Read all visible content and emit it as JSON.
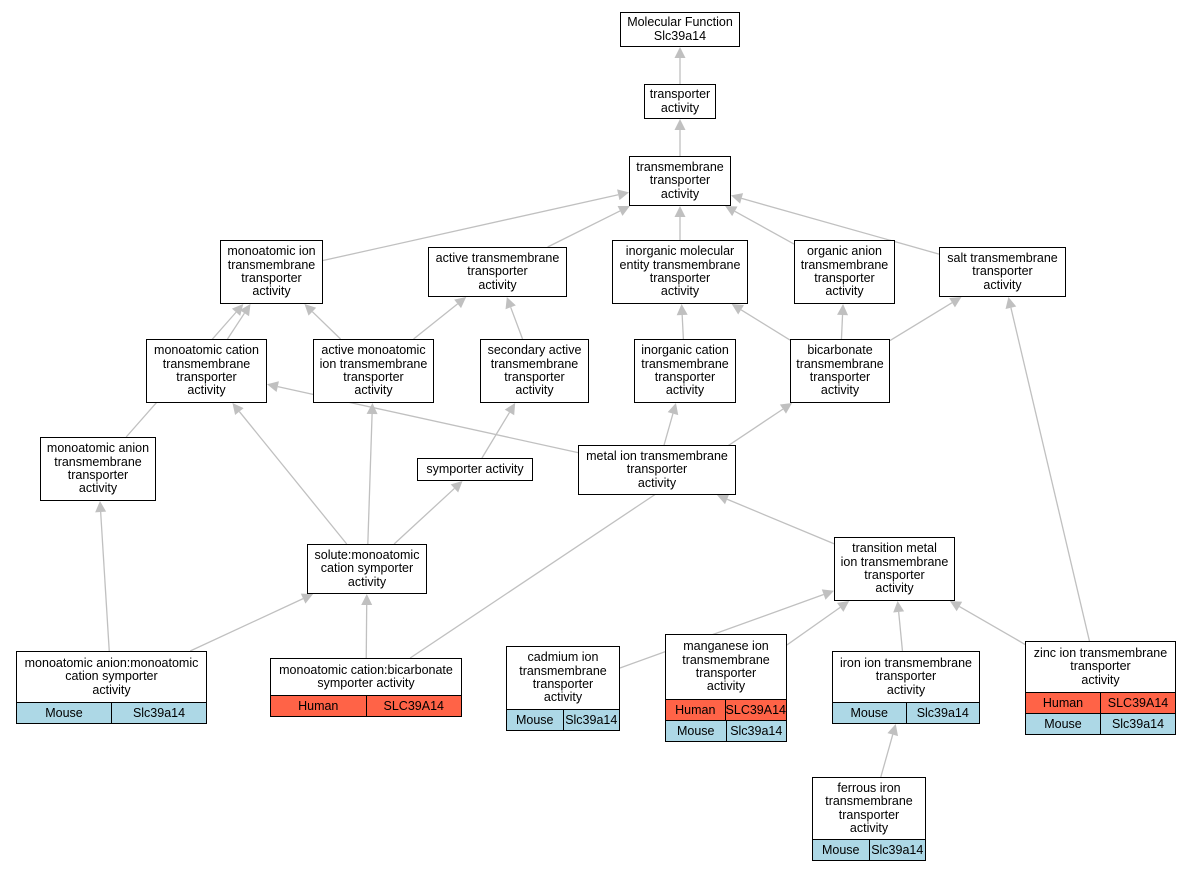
{
  "colors": {
    "edge": "#c0c0c0",
    "mouse": "#add8e6",
    "human": "#ff6347"
  },
  "nodes": {
    "root": {
      "label": "Molecular Function\nSlc39a14"
    },
    "transporter": {
      "label": "transporter\nactivity"
    },
    "tmt": {
      "label": "transmembrane\ntransporter\nactivity"
    },
    "mai": {
      "label": "monoatomic ion\ntransmembrane\ntransporter\nactivity"
    },
    "active": {
      "label": "active transmembrane\ntransporter\nactivity"
    },
    "inorg_mol": {
      "label": "inorganic molecular\nentity transmembrane\ntransporter\nactivity"
    },
    "org_anion": {
      "label": "organic anion\ntransmembrane\ntransporter\nactivity"
    },
    "salt": {
      "label": "salt transmembrane\ntransporter\nactivity"
    },
    "mac": {
      "label": "monoatomic cation\ntransmembrane\ntransporter\nactivity"
    },
    "active_mai": {
      "label": "active monoatomic\nion transmembrane\ntransporter\nactivity"
    },
    "sec_active": {
      "label": "secondary active\ntransmembrane\ntransporter\nactivity"
    },
    "inorg_cation": {
      "label": "inorganic cation\ntransmembrane\ntransporter\nactivity"
    },
    "bicarb": {
      "label": "bicarbonate\ntransmembrane\ntransporter\nactivity"
    },
    "maa": {
      "label": "monoatomic anion\ntransmembrane\ntransporter\nactivity"
    },
    "symporter": {
      "label": "symporter activity"
    },
    "metal": {
      "label": "metal ion transmembrane\ntransporter\nactivity"
    },
    "solute": {
      "label": "solute:monoatomic\ncation symporter\nactivity"
    },
    "transition": {
      "label": "transition metal\nion transmembrane\ntransporter\nactivity"
    },
    "anion_cation": {
      "label": "monoatomic anion:monoatomic\ncation symporter\nactivity",
      "rows": [
        {
          "species": "Mouse",
          "gene": "Slc39a14"
        }
      ]
    },
    "cation_bicarb": {
      "label": "monoatomic cation:bicarbonate\nsymporter activity",
      "rows": [
        {
          "species": "Human",
          "gene": "SLC39A14"
        }
      ]
    },
    "cadmium": {
      "label": "cadmium ion\ntransmembrane\ntransporter\nactivity",
      "rows": [
        {
          "species": "Mouse",
          "gene": "Slc39a14"
        }
      ]
    },
    "manganese": {
      "label": "manganese ion\ntransmembrane\ntransporter\nactivity",
      "rows": [
        {
          "species": "Human",
          "gene": "SLC39A14"
        },
        {
          "species": "Mouse",
          "gene": "Slc39a14"
        }
      ]
    },
    "iron": {
      "label": "iron ion transmembrane\ntransporter\nactivity",
      "rows": [
        {
          "species": "Mouse",
          "gene": "Slc39a14"
        }
      ]
    },
    "zinc": {
      "label": "zinc ion transmembrane\ntransporter\nactivity",
      "rows": [
        {
          "species": "Human",
          "gene": "SLC39A14"
        },
        {
          "species": "Mouse",
          "gene": "Slc39a14"
        }
      ]
    },
    "ferrous": {
      "label": "ferrous iron\ntransmembrane\ntransporter\nactivity",
      "rows": [
        {
          "species": "Mouse",
          "gene": "Slc39a14"
        }
      ]
    }
  },
  "edges": [
    [
      "transporter",
      "root"
    ],
    [
      "tmt",
      "transporter"
    ],
    [
      "mai",
      "tmt"
    ],
    [
      "active",
      "tmt"
    ],
    [
      "inorg_mol",
      "tmt"
    ],
    [
      "org_anion",
      "tmt"
    ],
    [
      "salt",
      "tmt"
    ],
    [
      "mac",
      "mai"
    ],
    [
      "active_mai",
      "mai"
    ],
    [
      "active_mai",
      "active"
    ],
    [
      "sec_active",
      "active"
    ],
    [
      "inorg_cation",
      "inorg_mol"
    ],
    [
      "bicarb",
      "inorg_mol"
    ],
    [
      "bicarb",
      "org_anion"
    ],
    [
      "bicarb",
      "salt"
    ],
    [
      "maa",
      "mai"
    ],
    [
      "symporter",
      "sec_active"
    ],
    [
      "metal",
      "inorg_cation"
    ],
    [
      "metal",
      "mac"
    ],
    [
      "solute",
      "mac"
    ],
    [
      "solute",
      "active_mai"
    ],
    [
      "solute",
      "symporter"
    ],
    [
      "transition",
      "metal"
    ],
    [
      "anion_cation",
      "maa"
    ],
    [
      "anion_cation",
      "solute"
    ],
    [
      "cation_bicarb",
      "solute"
    ],
    [
      "cation_bicarb",
      "bicarb"
    ],
    [
      "cadmium",
      "transition"
    ],
    [
      "manganese",
      "transition"
    ],
    [
      "iron",
      "transition"
    ],
    [
      "zinc",
      "transition"
    ],
    [
      "zinc",
      "salt"
    ],
    [
      "ferrous",
      "iron"
    ]
  ]
}
